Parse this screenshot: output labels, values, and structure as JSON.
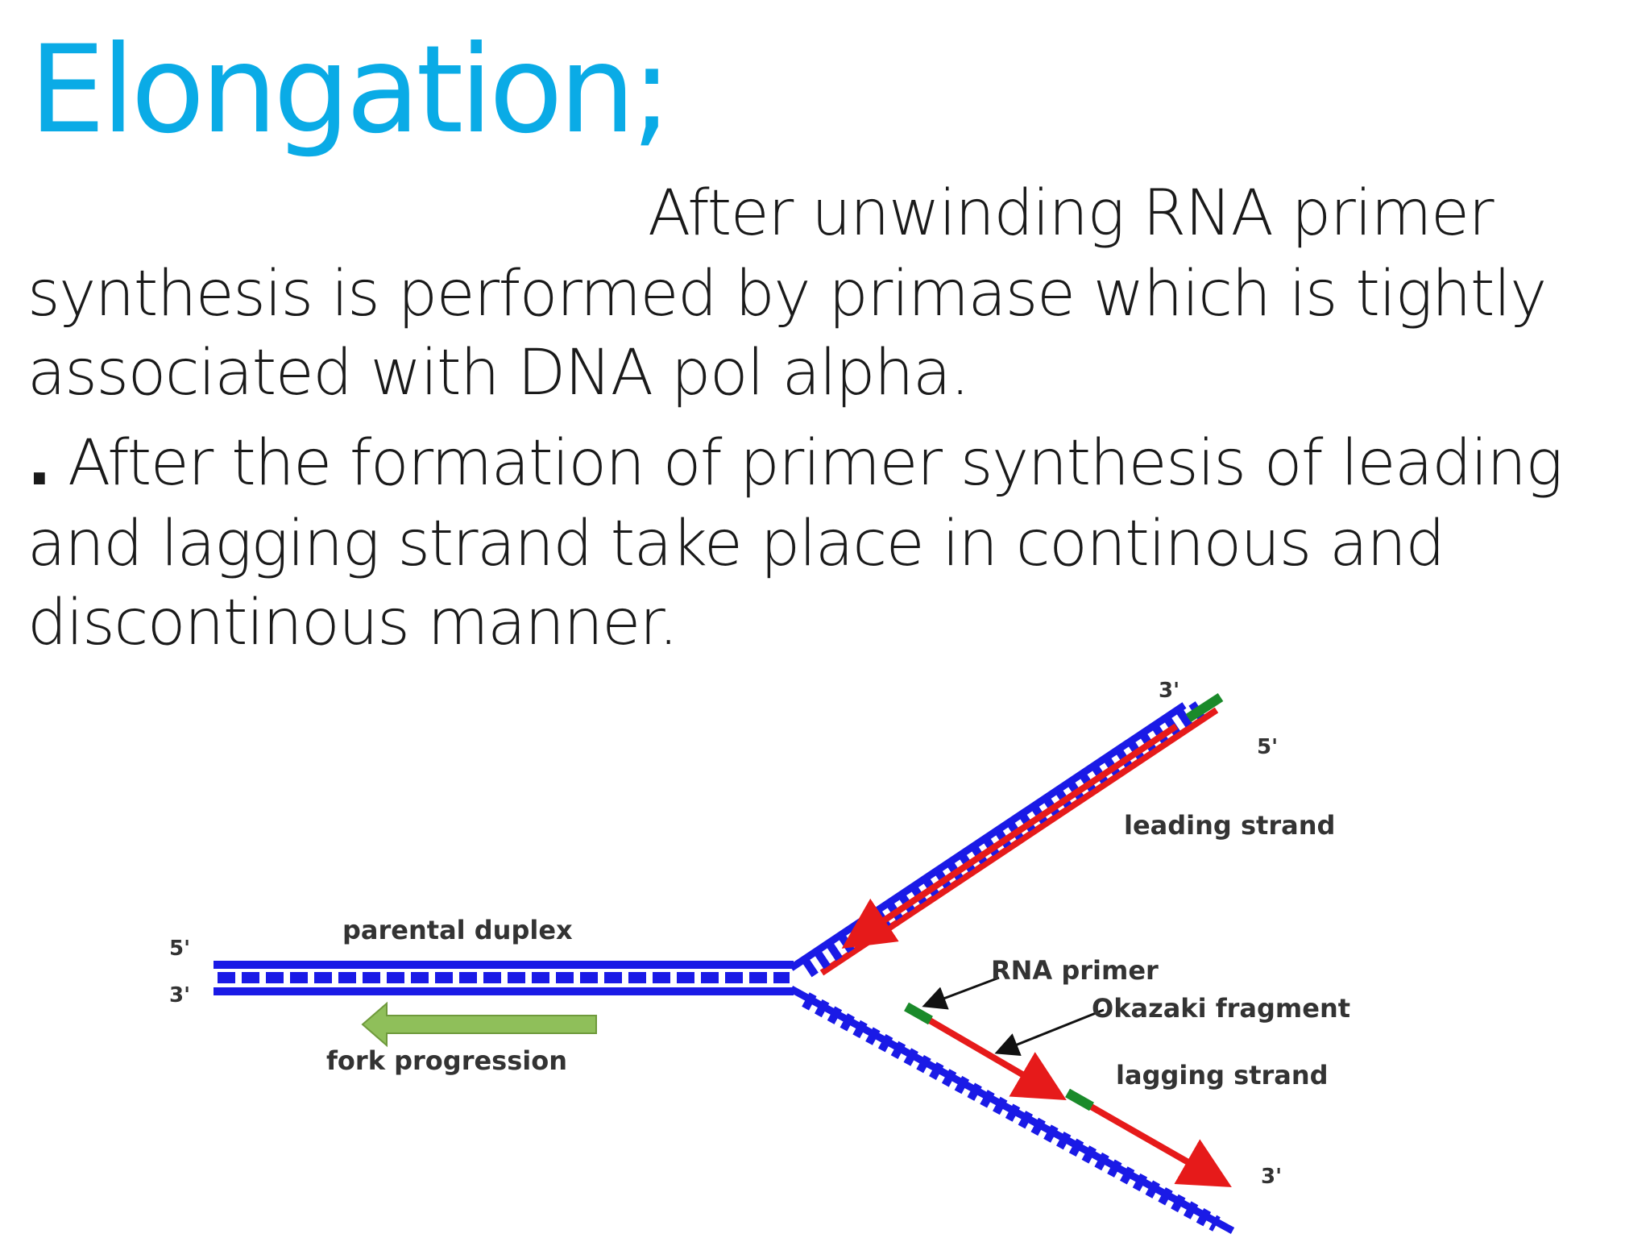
{
  "slide": {
    "title": "Elongation;",
    "paragraphs": [
      {
        "lines": [
          "After unwinding RNA primer",
          "synthesis is performed by primase which is tightly",
          "associated with DNA pol alpha."
        ]
      },
      {
        "bullet": ".",
        "lines": [
          "After the formation of primer synthesis of leading",
          "and lagging strand take place in continous and",
          "discontinous manner."
        ]
      }
    ]
  },
  "diagram": {
    "labels": {
      "parental_duplex": "parental duplex",
      "fork_progression": "fork progression",
      "leading_strand": "leading strand",
      "rna_primer": "RNA primer",
      "okazaki_fragment": "Okazaki fragment",
      "lagging_strand": "lagging strand",
      "end_5_left": "5'",
      "end_3_left": "3'",
      "end_3_top": "3'",
      "end_5_top": "5'",
      "end_3_bottom": "3'"
    },
    "colors": {
      "template_strand": "#1a1ae6",
      "new_strand": "#e61a1a",
      "rna_primer": "#1a8a2a",
      "fork_arrow": "#8fbf5a"
    }
  }
}
